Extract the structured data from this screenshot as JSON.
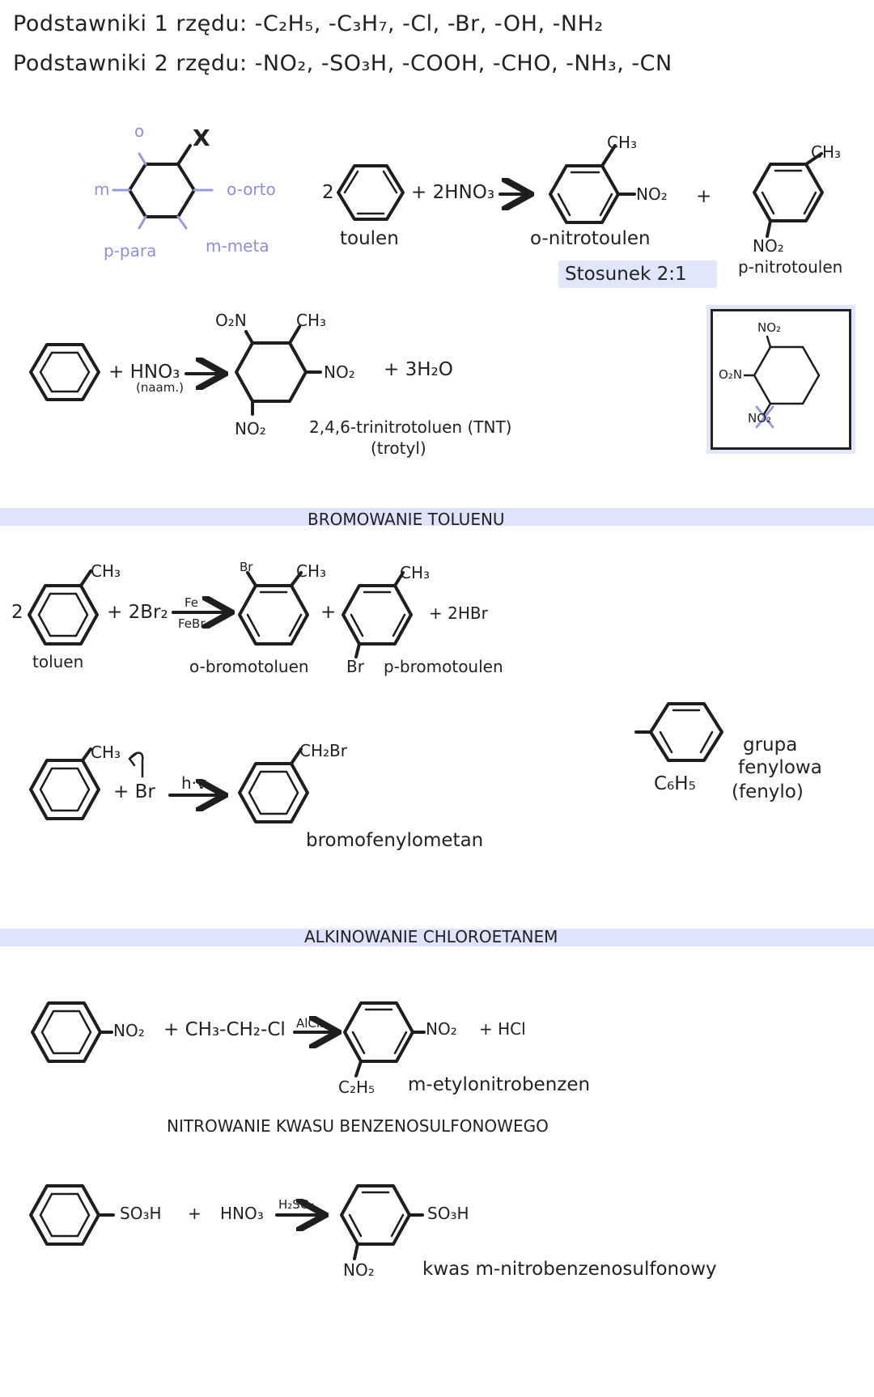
{
  "header": {
    "line1": "Podstawniki 1 rzędu: -C₂H₅, -C₃H₇, -Cl, -Br, -OH, -NH₂",
    "line2": "Podstawniki 2 rzędu: -NO₂, -SO₃H, -COOH, -CHO, -NH₃, -CN"
  },
  "positions": {
    "o": "o",
    "x": "X",
    "m": "m",
    "orto": "o-orto",
    "para": "p-para",
    "meta": "m-meta"
  },
  "nitration_toluene": {
    "coef": "2",
    "reagent": "+ 2HNO₃",
    "substrate": "toulen",
    "ortho_ch3": "CH₃",
    "ortho_no2": "NO₂",
    "plus": "+",
    "ortho_name": "o-nitrotoulen",
    "para_ch3": "CH₃",
    "para_no2": "NO₂",
    "para_name": "p-nitrotoulen",
    "ratio": "Stosunek 2:1"
  },
  "tnt": {
    "reagent": "+ HNO₃",
    "condition": "(naam.)",
    "o2n": "O₂N",
    "ch3": "CH₃",
    "no2_right": "NO₂",
    "no2_bottom": "NO₂",
    "water": "+ 3H₂O",
    "name": "2,4,6-trinitrotoluen (TNT)",
    "alt_name": "(trotyl)",
    "box_no2_top": "NO₂",
    "box_o2n": "O₂N",
    "box_no2_bottom": "NO₂"
  },
  "section_bromination": {
    "title": "BROMOWANIE TOLUENU"
  },
  "bromination": {
    "coef": "2",
    "ch3": "CH₃",
    "reagent": "+ 2Br₂",
    "cat_top": "Fe",
    "cat_bottom": "FeBr₃",
    "substrate": "toluen",
    "o_br": "Br",
    "o_ch3": "CH₃",
    "plus": "+",
    "p_ch3": "CH₃",
    "hbr": "+ 2HBr",
    "o_name": "o-bromotoluen",
    "p_br": "Br",
    "p_name": "p-bromotoulen"
  },
  "radical": {
    "ch3": "CH₃",
    "reagent": "+ Br",
    "cond": "h·v",
    "product_group": "CH₂Br",
    "name": "bromofenylometan"
  },
  "phenyl": {
    "formula": "C₆H₅",
    "label1": "grupa",
    "label2": "fenylowa",
    "label3": "(fenylo)"
  },
  "section_alkylation": {
    "title": "ALKINOWANIE CHLOROETANEM"
  },
  "alkylation": {
    "no2": "NO₂",
    "reagent": "+ CH₃-CH₂-Cl",
    "cat": "AlCl₃",
    "product_no2": "NO₂",
    "hcl": "+ HCl",
    "c2h5": "C₂H₅",
    "name": "m-etylonitrobenzen"
  },
  "section_nitration_sulfonic": {
    "title": "NITROWANIE KWASU BENZENOSULFONOWEGO"
  },
  "sulfonic": {
    "so3h": "SO₃H",
    "plus": "+",
    "reagent": "HNO₃",
    "cat": "H₂SO₄",
    "product_so3h": "SO₃H",
    "product_no2": "NO₂",
    "name": "kwas m-nitrobenzenosulfonowy"
  }
}
